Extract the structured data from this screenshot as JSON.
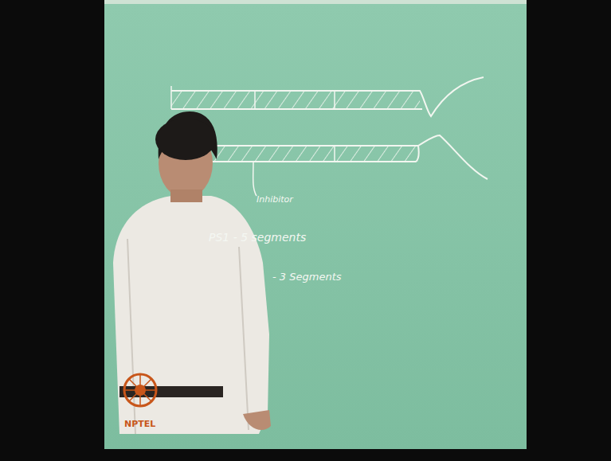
{
  "diagram": {
    "labels": [
      "Inhibitor",
      "PS1 - 5 segments",
      "- 3 Segments",
      "NPTEL"
    ]
  }
}
